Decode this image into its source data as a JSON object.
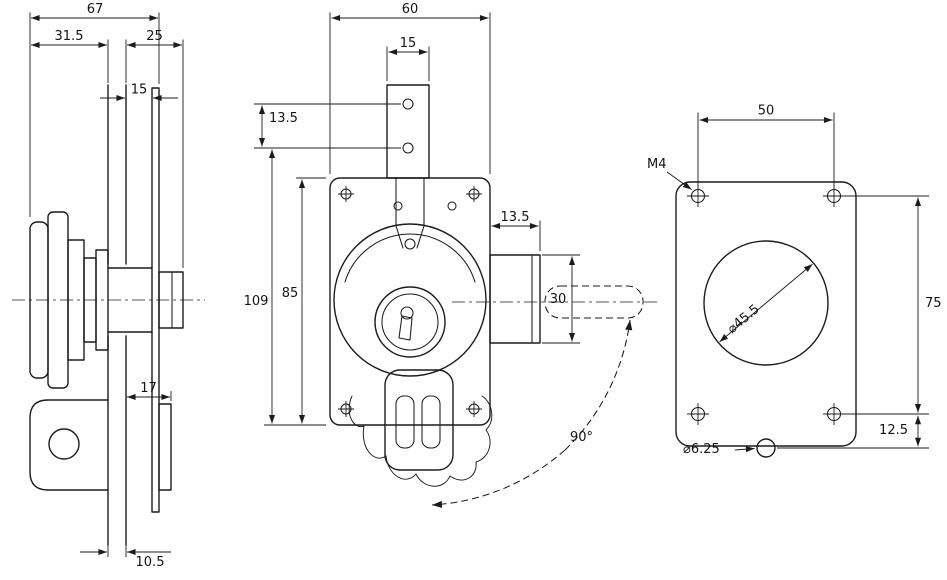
{
  "colors": {
    "background": "#ffffff",
    "line": "#1c1c1c"
  },
  "side_view": {
    "dims": {
      "overall_depth": "67",
      "front_projection": "31.5",
      "rear_projection": "25",
      "plate_gap": "15",
      "cam_offset": "17",
      "panel_thickness": "10.5"
    }
  },
  "front_view": {
    "dims": {
      "body_width": "60",
      "stem_width": "15",
      "stem_hole_pitch": "13.5",
      "overall_height": "109",
      "body_height": "85",
      "tab_depth": "13.5",
      "tab_height": "30",
      "cam_rotation": "90°"
    }
  },
  "mounting_view": {
    "dims": {
      "hole_pitch_h": "50",
      "hole_pitch_v": "75",
      "thread": "M4",
      "center_hole": "⌀45.5",
      "pilot_hole": "⌀6.25",
      "pilot_offset": "12.5"
    }
  }
}
